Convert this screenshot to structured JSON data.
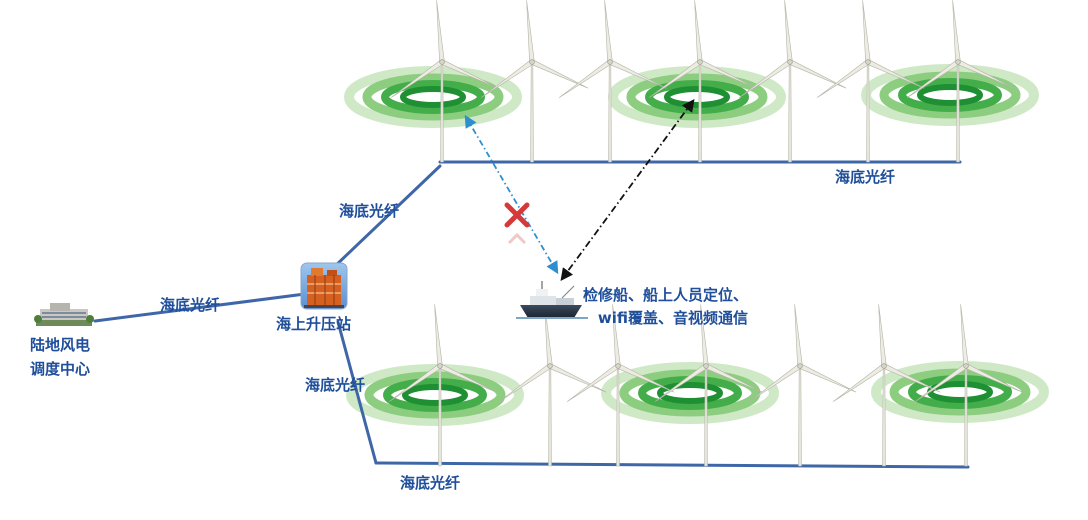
{
  "labels": {
    "cable": "海底光纤",
    "station": "海上升压站",
    "control_center": "陆地风电\n调度中心",
    "ship_caption": "检修船、船上人员定位、\nwifi覆盖、音视频通信"
  },
  "icons": {
    "control_center": "building-icon",
    "station": "offshore-substation-icon",
    "ship": "service-ship-icon",
    "turbine": "wind-turbine-icon",
    "signal": "wireless-signal-icon",
    "blocked": "blocked-x-icon"
  },
  "colors": {
    "cable": "#3f67a8",
    "label": "#1f4e9a",
    "signal": "#2aa84a",
    "blocked_link": "#2e8fd0",
    "ok_link": "#111111",
    "blocked_mark": "#d43a3a"
  }
}
